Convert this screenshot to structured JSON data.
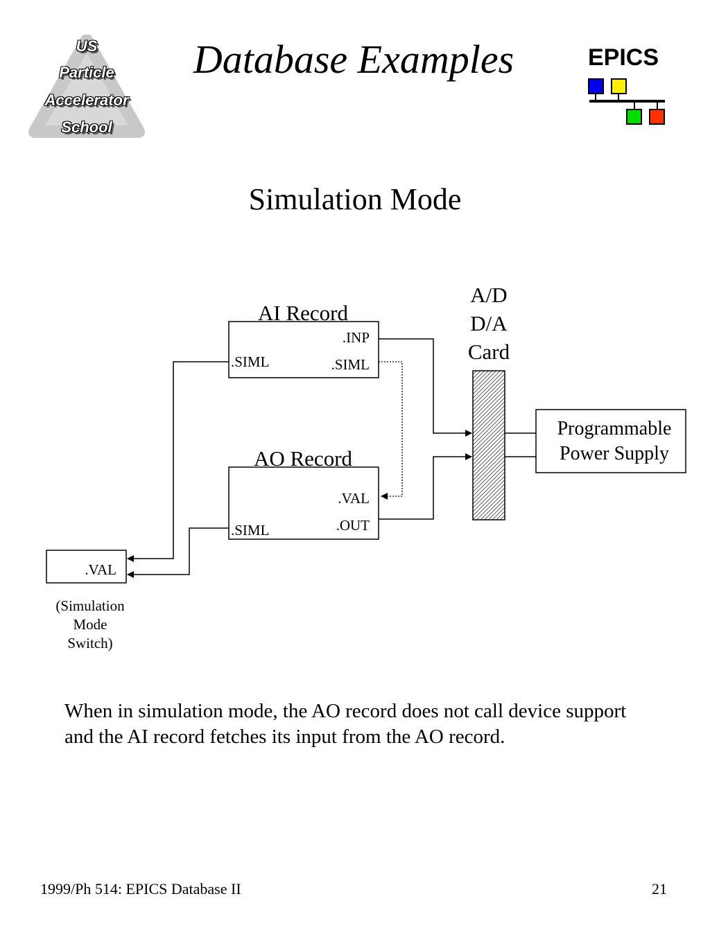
{
  "header": {
    "title": "Database Examples",
    "school_logo_lines": [
      "US",
      "Particle",
      "Accelerator",
      "School"
    ],
    "epics_label": "EPICS",
    "epics_colors": [
      "#0000ee",
      "#ffee00",
      "#00dd00",
      "#ff3300"
    ]
  },
  "subtitle": "Simulation Mode",
  "diagram": {
    "ai_record": {
      "title": "AI Record",
      "inp": ".INP",
      "siml_left": ".SIML",
      "siml_right": ".SIML"
    },
    "ao_record": {
      "title": "AO Record",
      "val": ".VAL",
      "out": ".OUT",
      "siml": ".SIML"
    },
    "card_lines": [
      "A/D",
      "D/A",
      "Card"
    ],
    "power_supply_lines": [
      "Programmable",
      "Power Supply"
    ],
    "switch": {
      "val": ".VAL",
      "caption_lines": [
        "(Simulation",
        "Mode",
        "Switch)"
      ]
    }
  },
  "body_text": "When in simulation mode, the AO record does not call device support and the AI record fetches its input from the AO record.",
  "footer": {
    "left": "1999/Ph 514: EPICS Database II",
    "page": "21"
  }
}
